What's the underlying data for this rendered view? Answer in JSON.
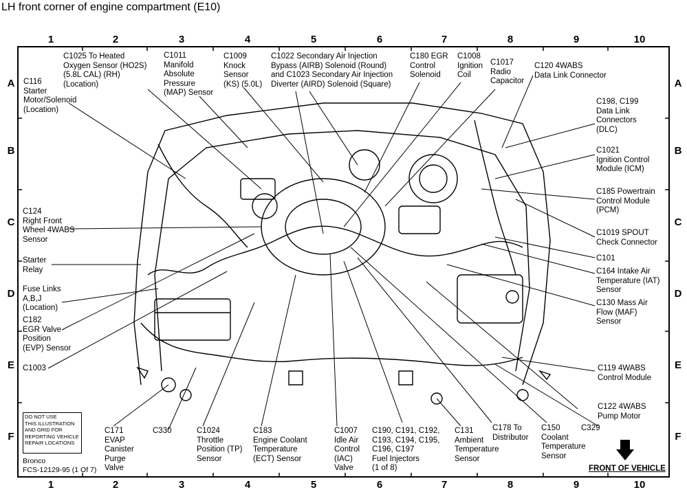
{
  "title": "LH front corner of engine compartment (E10)",
  "grid": {
    "columns": [
      "1",
      "2",
      "3",
      "4",
      "5",
      "6",
      "7",
      "8",
      "9",
      "10"
    ],
    "rows": [
      "A",
      "B",
      "C",
      "D",
      "E",
      "F"
    ]
  },
  "labels": {
    "c1025": "C1025 To Heated\nOxygen Sensor (HO2S)\n(5.8L CAL) (RH)\n(Location)",
    "c1011": "C1011\nManifold\nAbsolute\nPressure\n(MAP) Sensor",
    "c1009": "C1009\nKnock\nSensor\n(KS) (5.0L)",
    "c1022": "C1022 Secondary Air Injection\nBypass (AIRB) Solenoid (Round)\nand C1023 Secondary Air Injection\nDiverter (AIRD) Solenoid (Square)",
    "c180": "C180 EGR\nControl\nSolenoid",
    "c1008": "C1008\nIgnition\nCoil",
    "c1017": "C1017\nRadio\nCapacitor",
    "c120": "C120 4WABS\nData Link Connector",
    "c116": "C116\nStarter\nMotor/Solenoid\n(Location)",
    "c198": "C198, C199\nData Link\nConnectors\n(DLC)",
    "c1021": "C1021\nIgnition Control\nModule (ICM)",
    "c185": "C185 Powertrain\nControl Module\n(PCM)",
    "c124": "C124\nRight Front\nWheel 4WABS\nSensor",
    "c1019": "C1019 SPOUT\nCheck Connector",
    "c101": "C101",
    "starter_relay": "Starter\nRelay",
    "c164": "C164 Intake Air\nTemperature (IAT)\nSensor",
    "fuse_links": "Fuse Links\nA,B,J\n(Location)",
    "c130": "C130 Mass Air\nFlow (MAF)\nSensor",
    "c182": "C182\nEGR Valve\nPosition\n(EVP) Sensor",
    "c1003": "C1003",
    "c119": "C119 4WABS\nControl Module",
    "c122": "C122 4WABS\nPump Motor",
    "c329": "C329",
    "c171": "C171\nEVAP\nCanister\nPurge\nValve",
    "c330": "C330",
    "c1024": "C1024\nThrottle\nPosition (TP)\nSensor",
    "c183": "C183\nEngine Coolant\nTemperature\n(ECT) Sensor",
    "c1007": "C1007\nIdle Air\nControl\n(IAC)\nValve",
    "c190": "C190, C191, C192,\nC193, C194, C195,\nC196, C197\nFuel Injectors\n(1 of 8)",
    "c131": "C131\nAmbient\nTemperature\nSensor",
    "c178": "C178 To\nDistributor",
    "c150": "C150\nCoolant\nTemperature\nSensor"
  },
  "notice_lines": [
    "DO NOT USE",
    "THIS ILLUSTRATION",
    "AND GRID FOR",
    "REPORTING VEHICLE",
    "REPAIR LOCATIONS"
  ],
  "footer": {
    "vehicle": "Bronco",
    "code": "FCS-12129-95 (1 Of 7)",
    "front": "FRONT OF VEHICLE"
  }
}
